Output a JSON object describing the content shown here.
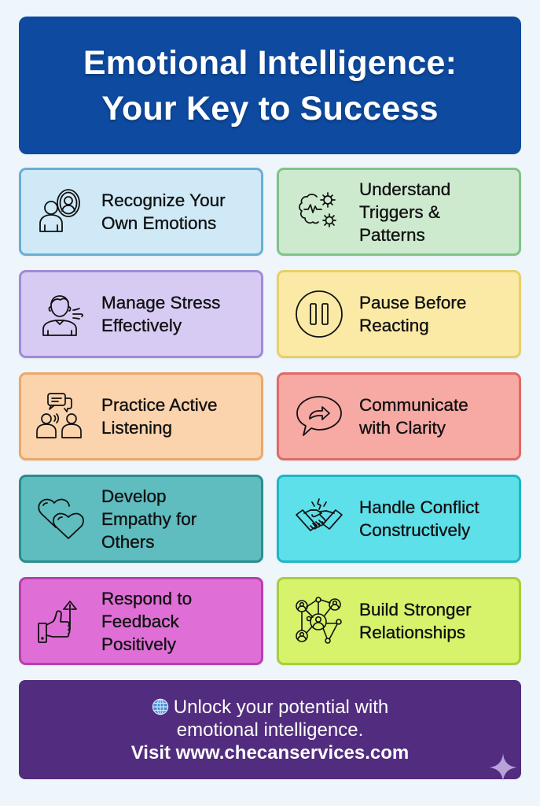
{
  "header": {
    "title_line1": "Emotional Intelligence:",
    "title_line2": "Your Key to Success",
    "background": "#0d4aa0"
  },
  "cards": [
    {
      "label_line1": "Recognize Your",
      "label_line2": "Own Emotions",
      "label_line3": "",
      "icon": "person-mirror-icon",
      "bg": "#cfe9f7",
      "border": "#6aaed6"
    },
    {
      "label_line1": "Understand",
      "label_line2": "Triggers &",
      "label_line3": "Patterns",
      "icon": "brain-gears-icon",
      "bg": "#cdeacf",
      "border": "#7fc487"
    },
    {
      "label_line1": "Manage Stress",
      "label_line2": "Effectively",
      "label_line3": "",
      "icon": "person-exhale-icon",
      "bg": "#d7cbf3",
      "border": "#a08bd8"
    },
    {
      "label_line1": "Pause Before",
      "label_line2": "Reacting",
      "label_line3": "",
      "icon": "pause-icon",
      "bg": "#fbeaa5",
      "border": "#e8cf68"
    },
    {
      "label_line1": "Practice Active",
      "label_line2": "Listening",
      "label_line3": "",
      "icon": "people-conversation-icon",
      "bg": "#fbd3ac",
      "border": "#eba86a"
    },
    {
      "label_line1": "Communicate",
      "label_line2": "with Clarity",
      "label_line3": "",
      "icon": "speech-bubble-arrow-icon",
      "bg": "#f7a9a4",
      "border": "#df6a66"
    },
    {
      "label_line1": "Develop",
      "label_line2": "Empathy for",
      "label_line3": "Others",
      "icon": "two-hearts-icon",
      "bg": "#5fbcbf",
      "border": "#2a8c90"
    },
    {
      "label_line1": "Handle Conflict",
      "label_line2": "Constructively",
      "label_line3": "",
      "icon": "handshake-icon",
      "bg": "#5ee0ea",
      "border": "#1fb6c6"
    },
    {
      "label_line1": "Respond to",
      "label_line2": "Feedback",
      "label_line3": "Positively",
      "icon": "thumbs-up-arrow-icon",
      "bg": "#df6fd6",
      "border": "#b63faf"
    },
    {
      "label_line1": "Build Stronger",
      "label_line2": "Relationships",
      "label_line3": "",
      "icon": "network-people-icon",
      "bg": "#d7f36b",
      "border": "#a7cf3c"
    }
  ],
  "footer": {
    "line1": "Unlock your potential with",
    "line2": "emotional intelligence.",
    "line3": "Visit www.checanservices.com",
    "icon": "globe-icon",
    "background": "#522c7e"
  }
}
